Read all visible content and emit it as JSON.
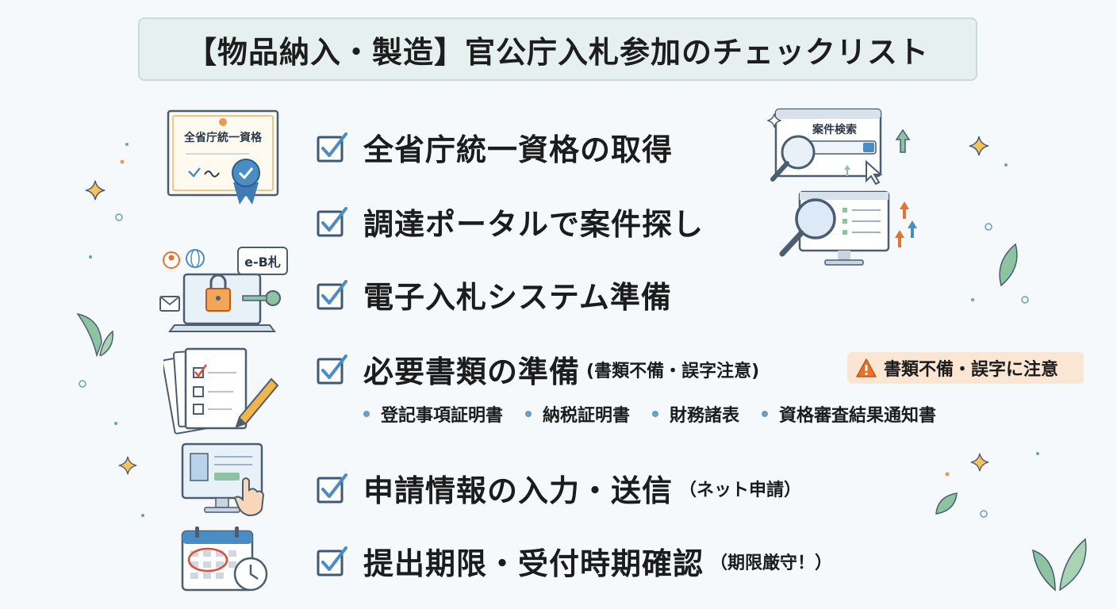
{
  "title": "【物品納入・製造】官公庁入札参加のチェックリスト",
  "items": [
    {
      "text": "全省庁統一資格の取得",
      "note": ""
    },
    {
      "text": "調達ポータルで案件探し",
      "note": ""
    },
    {
      "text": "電子入札システム準備",
      "note": ""
    },
    {
      "text": "必要書類の準備",
      "note": "(書類不備・誤字注意)"
    },
    {
      "text": "申請情報の入力・送信",
      "note": "（ネット申請）"
    },
    {
      "text": "提出期限・受付時期確認",
      "note": "（期限厳守！）"
    }
  ],
  "warning": {
    "text": "書類不備・誤字に注意",
    "icon": "warning-icon",
    "color": "#e8722a"
  },
  "documents": [
    "登記事項証明書",
    "納税証明書",
    "財務諸表",
    "資格審査結果通知書"
  ],
  "illustrations": {
    "certificate_label": "全省庁統一資格",
    "search_label": "案件検索",
    "ebid_label": "e-B札"
  },
  "colors": {
    "checkbox": "#3d5875",
    "check": "#4a8cc4",
    "accent": "#e8722a",
    "leaf": "#7fb88a"
  }
}
